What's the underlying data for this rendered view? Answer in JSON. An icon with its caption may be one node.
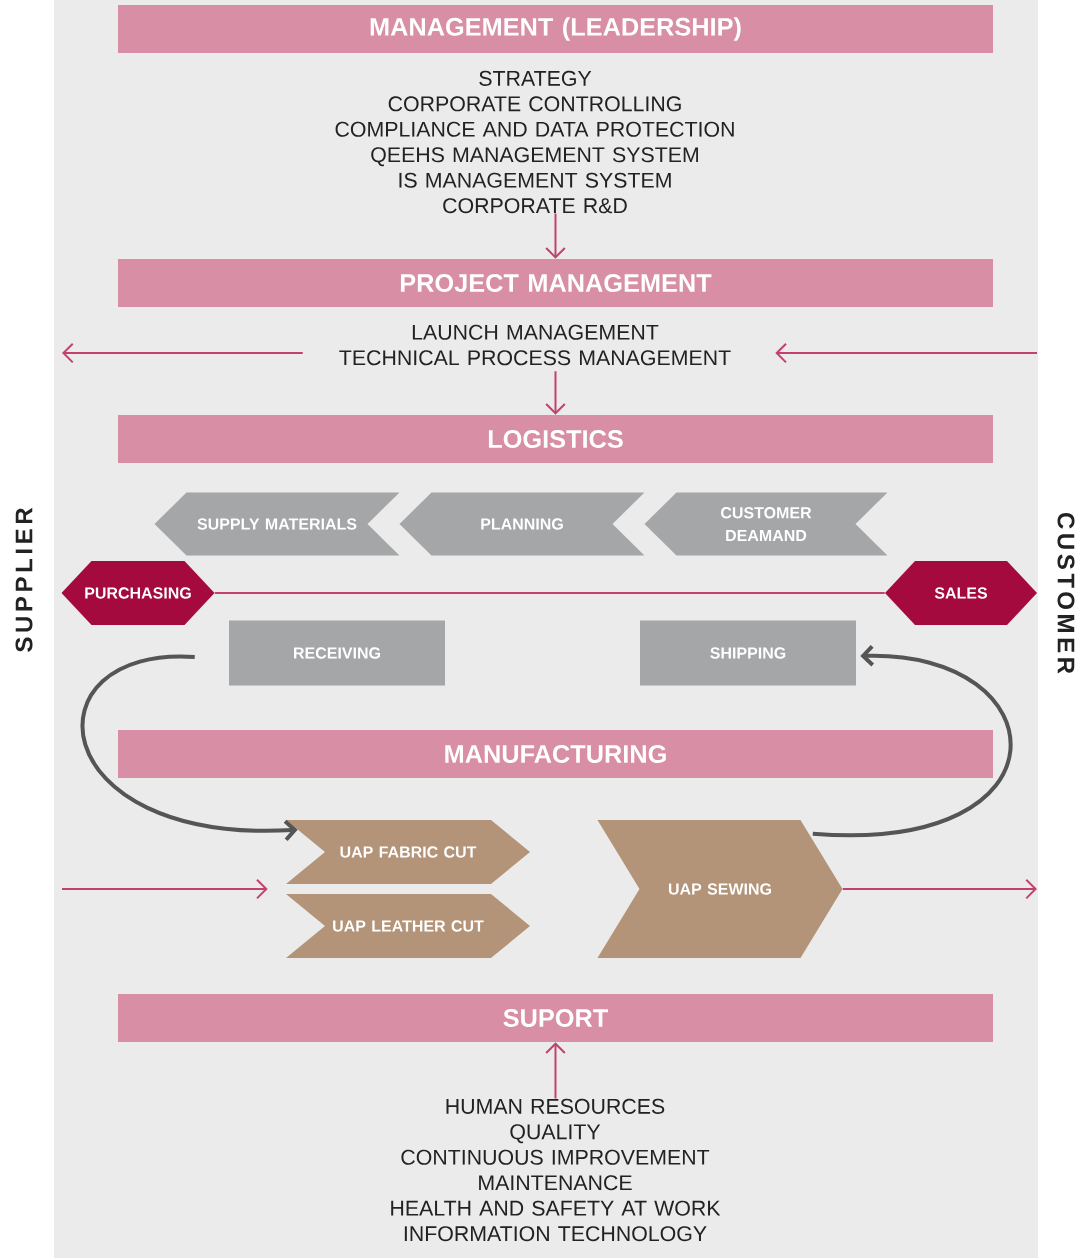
{
  "diagram": {
    "nodes": [
      {
        "text": [
          "MANAGEMENT (LEADERSHIP)"
        ]
      },
      {
        "text": [
          "STRATEGY",
          "CORPORATE CONTROLLING",
          "COMPLIANCE AND DATA PROTECTION",
          "QEEHS MANAGEMENT SYSTEM",
          "IS MANAGEMENT SYSTEM",
          "CORPORATE R&D"
        ]
      },
      {
        "text": [
          "PROJECT MANAGEMENT"
        ]
      },
      {
        "text": [
          "LAUNCH MANAGEMENT",
          "TECHNICAL PROCESS MANAGEMENT"
        ]
      },
      {
        "text": [
          "LOGISTICS"
        ]
      },
      {
        "text": [
          "SUPPLY MATERIALS"
        ]
      },
      {
        "text": [
          "PLANNING"
        ]
      },
      {
        "text": [
          "CUSTOMER DEAMAND"
        ]
      },
      {
        "text": [
          "PURCHASING"
        ]
      },
      {
        "text": [
          "SALES"
        ]
      },
      {
        "text": [
          "RECEIVING"
        ]
      },
      {
        "text": [
          "SHIPPING"
        ]
      },
      {
        "text": [
          "MANUFACTURING"
        ]
      },
      {
        "text": [
          "UAP FABRIC CUT"
        ]
      },
      {
        "text": [
          "UAP LEATHER CUT"
        ]
      },
      {
        "text": [
          "UAP SEWING"
        ]
      },
      {
        "text": [
          "SUPORT"
        ]
      },
      {
        "text": [
          "HUMAN RESOURCES",
          "QUALITY",
          "CONTINUOUS IMPROVEMENT",
          "MAINTENANCE",
          "HEALTH AND SAFETY AT WORK",
          "INFORMATION TECHNOLOGY"
        ]
      }
    ],
    "edges": [
      {
        "from": 1,
        "to": 2,
        "arrow": "to"
      },
      {
        "from": 3,
        "to": 4,
        "arrow": "to"
      },
      {
        "from": 3,
        "to": null,
        "arrow": "to"
      },
      {
        "from": null,
        "to": 3,
        "arrow": "to"
      },
      {
        "from": 8,
        "to": 9,
        "arrow": "none"
      },
      {
        "from": 10,
        "to": 13,
        "arrow": "to",
        "style": "thick",
        "color": "#555555"
      },
      {
        "from": 15,
        "to": 11,
        "arrow": "to",
        "style": "thick",
        "color": "#555555"
      },
      {
        "from": null,
        "to": 13,
        "arrow": "to"
      },
      {
        "from": null,
        "to": 14,
        "arrow": "to"
      },
      {
        "from": 15,
        "to": null,
        "arrow": "to"
      },
      {
        "from": 17,
        "to": 16,
        "arrow": "to"
      }
    ],
    "labels": [
      "SUPPLIER",
      "CUSTOMER"
    ]
  }
}
